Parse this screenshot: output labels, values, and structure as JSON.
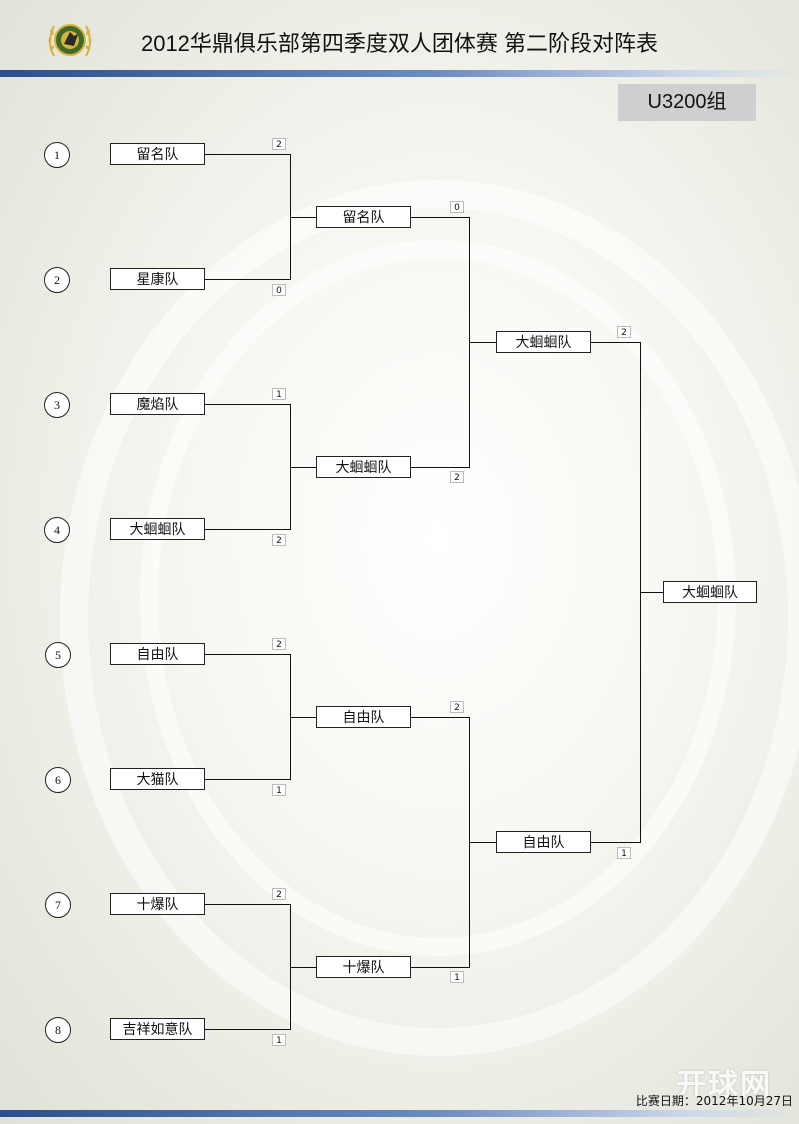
{
  "header": {
    "title": "2012华鼎俱乐部第四季度双人团体赛 第二阶段对阵表",
    "group": "U3200组"
  },
  "colors": {
    "stripe": "#2c4e8e",
    "group_bg": "#cfcfcf",
    "logo_green": "#3f6b2a",
    "logo_gold": "#d8b23a"
  },
  "icons": {
    "logo": "club-emblem-icon"
  },
  "bracket": {
    "seeds": [
      "1",
      "2",
      "3",
      "4",
      "5",
      "6",
      "7",
      "8"
    ],
    "round1": [
      {
        "team": "留名队",
        "score": "2"
      },
      {
        "team": "星康队",
        "score": "0"
      },
      {
        "team": "魔焰队",
        "score": "1"
      },
      {
        "team": "大蛔蛔队",
        "score": "2"
      },
      {
        "team": "自由队",
        "score": "2"
      },
      {
        "team": "大猫队",
        "score": "1"
      },
      {
        "team": "十爆队",
        "score": "2"
      },
      {
        "team": "吉祥如意队",
        "score": "1"
      }
    ],
    "round2": [
      {
        "team": "留名队",
        "score": "0"
      },
      {
        "team": "大蛔蛔队",
        "score": "2"
      },
      {
        "team": "自由队",
        "score": "2"
      },
      {
        "team": "十爆队",
        "score": "1"
      }
    ],
    "round3": [
      {
        "team": "大蛔蛔队",
        "score": "2"
      },
      {
        "team": "自由队",
        "score": "1"
      }
    ],
    "champion": {
      "team": "大蛔蛔队"
    }
  },
  "footer": {
    "match_date": "比赛日期：2012年10月27日",
    "watermark": "开球网"
  }
}
